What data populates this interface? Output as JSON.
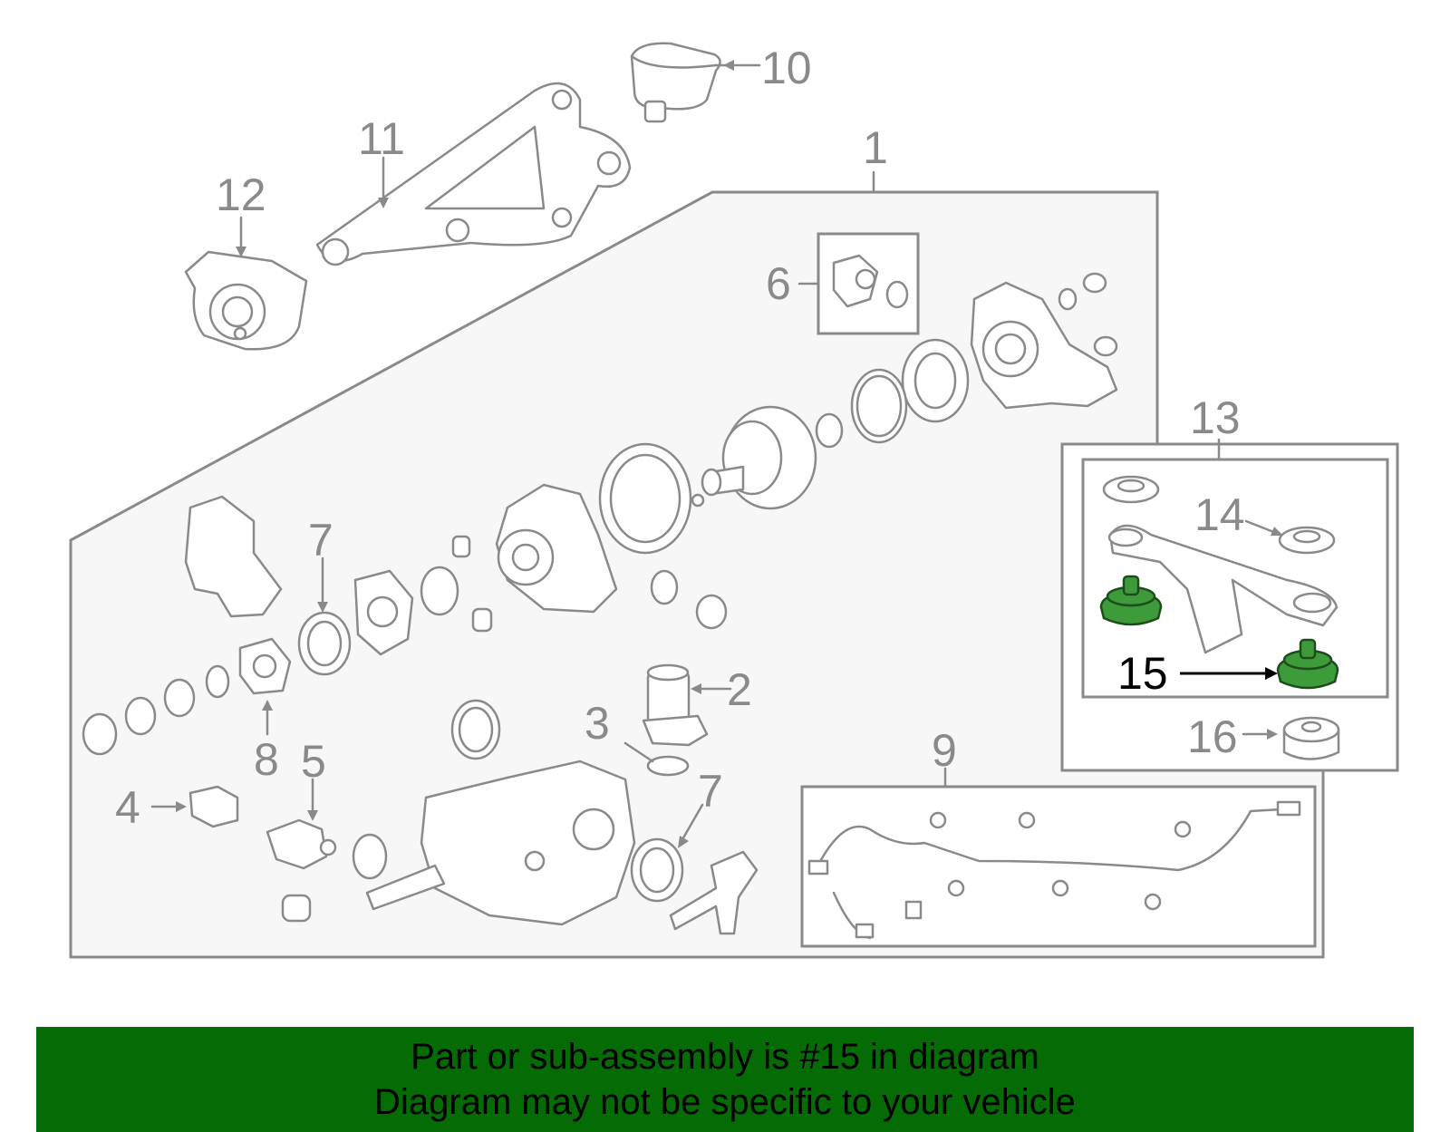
{
  "callouts": {
    "c1": "1",
    "c2": "2",
    "c3": "3",
    "c4": "4",
    "c5": "5",
    "c6": "6",
    "c7a": "7",
    "c7b": "7",
    "c8": "8",
    "c9": "9",
    "c10": "10",
    "c11": "11",
    "c12": "12",
    "c13": "13",
    "c14": "14",
    "c15": "15",
    "c16": "16"
  },
  "highlight": {
    "part": "15",
    "color": "#3e9b3a"
  },
  "banner": {
    "color": "#056b05",
    "line1": "Part or sub-assembly is #15 in diagram",
    "line2": "Diagram may not be specific to your vehicle"
  }
}
